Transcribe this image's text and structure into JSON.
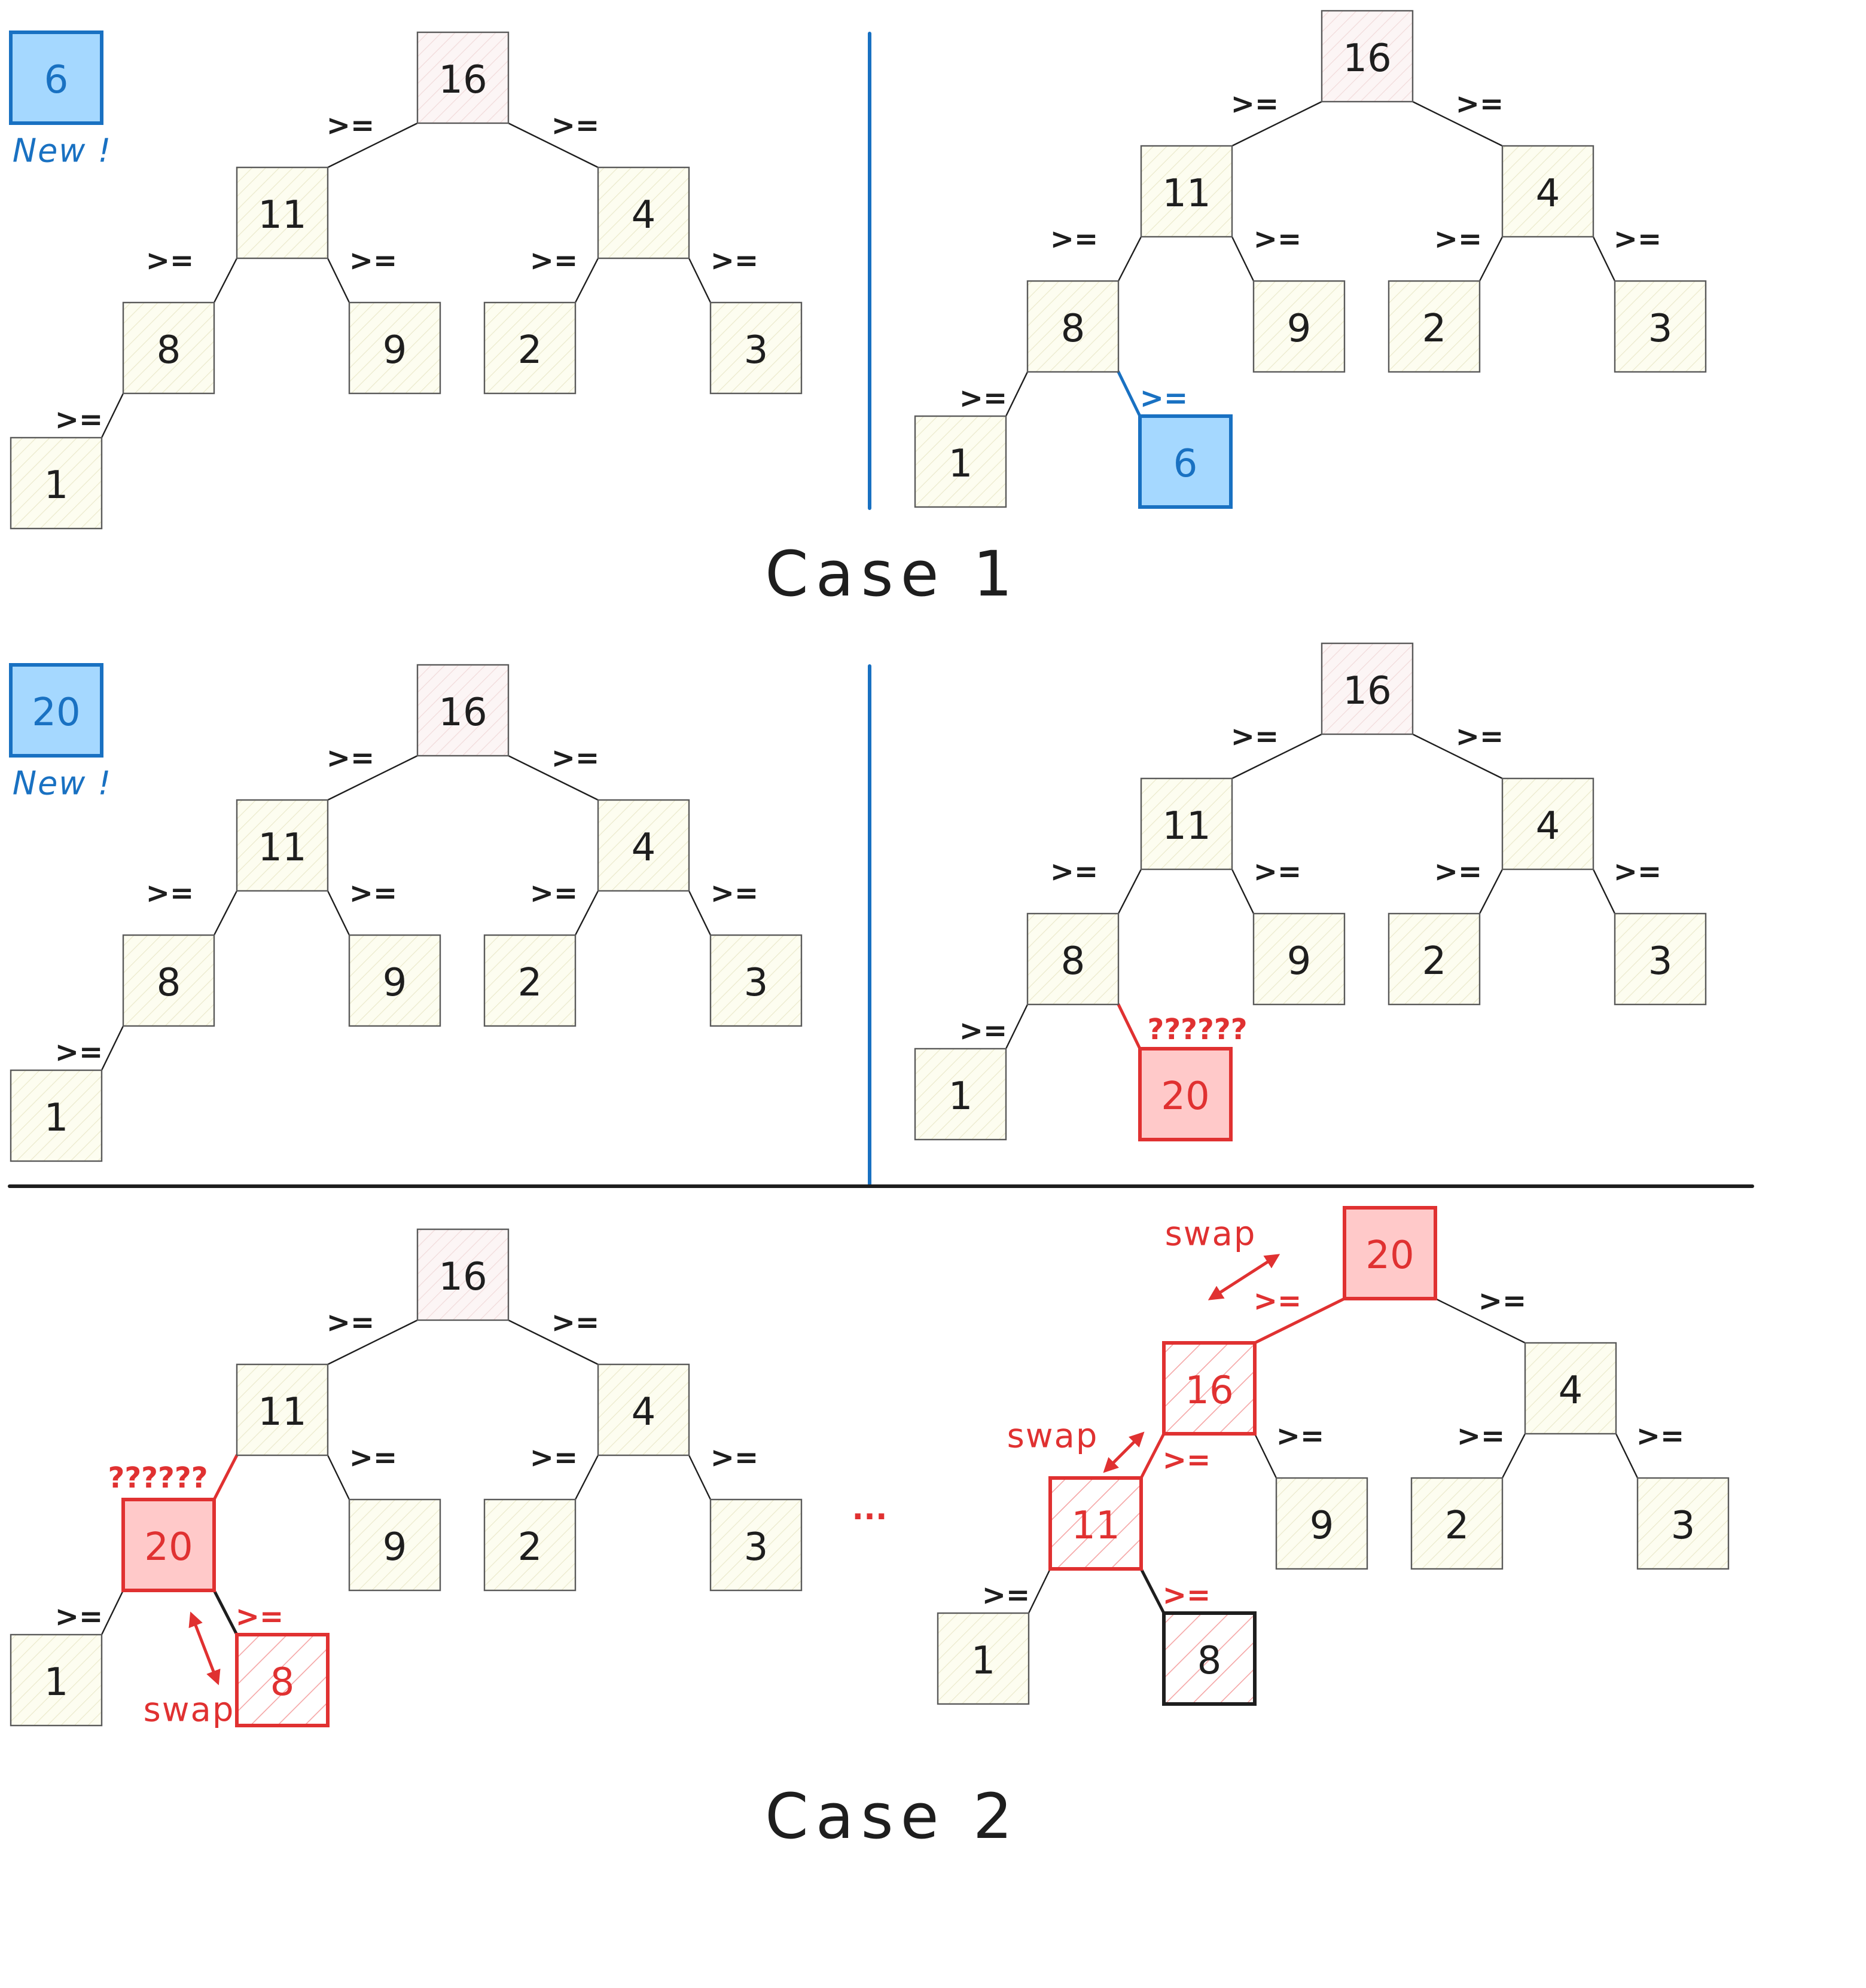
{
  "colors": {
    "stroke": "#1e1e1e",
    "node_fill": "#fdfdf0",
    "root_fill": "#fbf3f3",
    "hatch": "#e8e6c8",
    "blue": "#1971c2",
    "blue_fill": "#a5d8ff",
    "red": "#e03131",
    "red_fill": "#ffc9c9"
  },
  "labels": {
    "case1": "Case 1",
    "case2": "Case 2",
    "new": "New !",
    "ge": ">=",
    "unknown": "??????",
    "swap": "swap",
    "ellipsis": "..."
  },
  "panels": {
    "case1_left": {
      "new_value": "6",
      "nodes": [
        "16",
        "11",
        "4",
        "8",
        "9",
        "2",
        "3",
        "1"
      ]
    },
    "case1_right": {
      "nodes": [
        "16",
        "11",
        "4",
        "8",
        "9",
        "2",
        "3",
        "1",
        "6"
      ]
    },
    "case2_left": {
      "new_value": "20",
      "nodes": [
        "16",
        "11",
        "4",
        "8",
        "9",
        "2",
        "3",
        "1"
      ]
    },
    "case2_right": {
      "nodes": [
        "16",
        "11",
        "4",
        "8",
        "9",
        "2",
        "3",
        "1",
        "20"
      ]
    },
    "case2_step": {
      "nodes": [
        "16",
        "11",
        "4",
        "20",
        "9",
        "2",
        "3",
        "1",
        "8"
      ]
    },
    "case2_final": {
      "nodes": [
        "20",
        "16",
        "4",
        "11",
        "9",
        "2",
        "3",
        "1",
        "8"
      ]
    }
  }
}
